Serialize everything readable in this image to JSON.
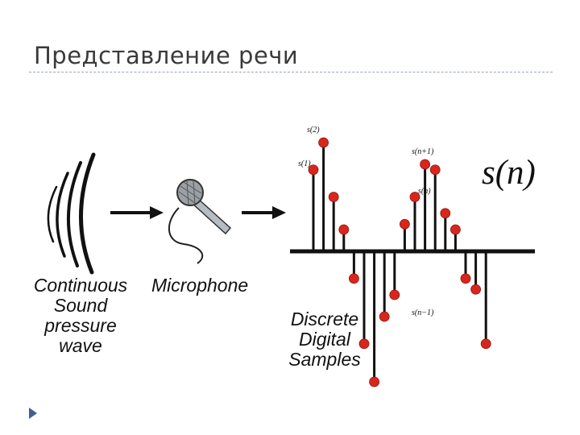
{
  "slide": {
    "title": "Представление речи",
    "bullet_icon": "triangle-bullet-icon",
    "accent_color": "#d9261c",
    "bullet_color": "#3f5f91"
  },
  "labels": {
    "wave": [
      "Continuous",
      "Sound",
      "pressure",
      "wave"
    ],
    "microphone": "Microphone",
    "samples": [
      "Discrete",
      "Digital",
      "Samples"
    ]
  },
  "sample_labels": {
    "s2": "s(2)",
    "s1": "s(1)",
    "sn1": "s(n+1)",
    "sn": "s(n)",
    "snm1": "s(n−1)",
    "big": "s(n)"
  },
  "samples": [
    0.75,
    1.0,
    0.5,
    0.2,
    -0.25,
    -0.85,
    -1.2,
    -0.6,
    -0.4,
    0.25,
    0.5,
    0.8,
    0.75,
    0.35,
    0.2,
    -0.25,
    -0.35,
    -0.85
  ]
}
